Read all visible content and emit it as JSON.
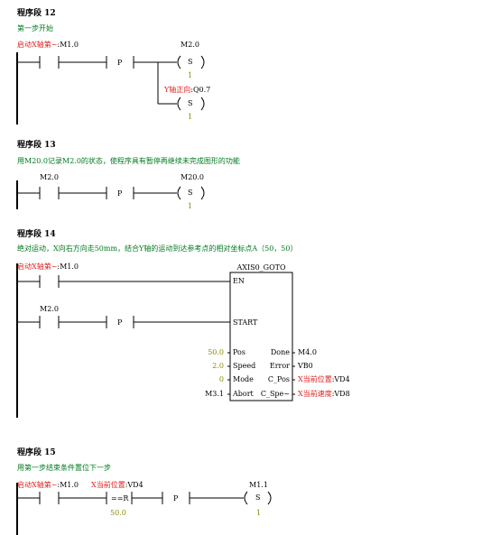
{
  "colors": {
    "symbol": "#e0201e",
    "value": "#8c8c00",
    "comment": "#007a1f",
    "line": "#000000"
  },
  "networks": [
    {
      "title": "程序段 12",
      "comment": "第一步开始",
      "contact_symbol": "启动X轴第~",
      "contact_addr": ":M1.0",
      "p_label": "P",
      "coils": [
        {
          "symbol": "",
          "addr": "M2.0",
          "type": "S",
          "count": "1"
        },
        {
          "symbol": "Y轴正向",
          "addr": ":Q0.7",
          "type": "S",
          "count": "1"
        }
      ]
    },
    {
      "title": "程序段 13",
      "comment": "用M20.0记录M2.0的状态，使程序具有暂停再继续未完成图形的功能",
      "contact_addr": "M2.0",
      "p_label": "P",
      "coil": {
        "addr": "M20.0",
        "type": "S",
        "count": "1"
      }
    },
    {
      "title": "程序段 14",
      "comment": "绝对运动，X向右方向走50mm，结合Y轴的运动到达参考点的相对坐标点A（50，50）",
      "contact1_symbol": "启动X轴第~",
      "contact1_addr": ":M1.0",
      "contact2_addr": "M2.0",
      "p_label": "P",
      "block": {
        "name": "AXIS0_GOTO",
        "en": "EN",
        "start": "START",
        "inputs": [
          {
            "value": "50.0",
            "pin": "Pos"
          },
          {
            "value": "2.0",
            "pin": "Speed"
          },
          {
            "value": "0",
            "pin": "Mode"
          },
          {
            "value": "M3.1",
            "pin": "Abort"
          }
        ],
        "outputs": [
          {
            "pin": "Done",
            "symbol": "",
            "addr": "M4.0"
          },
          {
            "pin": "Error",
            "symbol": "",
            "addr": "VB0"
          },
          {
            "pin": "C_Pos",
            "symbol": "X当前位置",
            "addr": ":VD4"
          },
          {
            "pin": "C_Spe~",
            "symbol": "X当前速度",
            "addr": ":VD8"
          }
        ]
      }
    },
    {
      "title": "程序段 15",
      "comment": "用第一步结束条件置位下一步",
      "contact_symbol": "启动X轴第~",
      "contact_addr": ":M1.0",
      "cmp_symbol": "X当前位置",
      "cmp_addr": ":VD4",
      "cmp_op": "==R",
      "cmp_value": "50.0",
      "p_label": "P",
      "coil": {
        "addr": "M1.1",
        "type": "S",
        "count": "1"
      }
    }
  ]
}
